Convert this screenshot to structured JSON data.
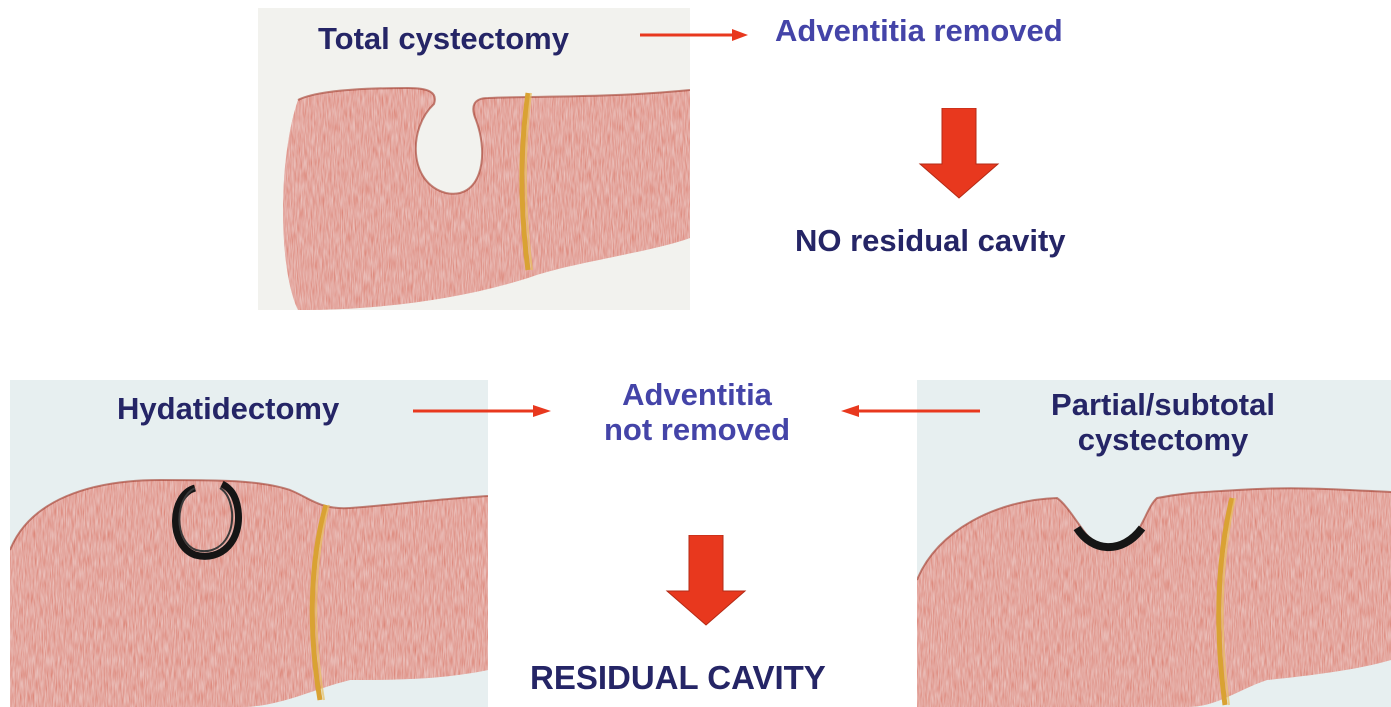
{
  "labels": {
    "total_cystectomy": "Total cystectomy",
    "adventitia_removed": "Adventitia removed",
    "no_residual_cavity": "NO residual cavity",
    "hydatidectomy": "Hydatidectomy",
    "adventitia_not_removed_line1": "Adventitia",
    "adventitia_not_removed_line2": "not removed",
    "partial_line1": "Partial/subtotal",
    "partial_line2": "cystectomy",
    "residual_cavity": "RESIDUAL CAVITY"
  },
  "colors": {
    "text_dark": "#252566",
    "text_blue": "#4444a8",
    "arrow_red": "#e8381e",
    "liver": "#d9705c",
    "ligament": "#d9a233",
    "paper": "#f3f4f0",
    "paper_blue": "#e6eff0"
  }
}
